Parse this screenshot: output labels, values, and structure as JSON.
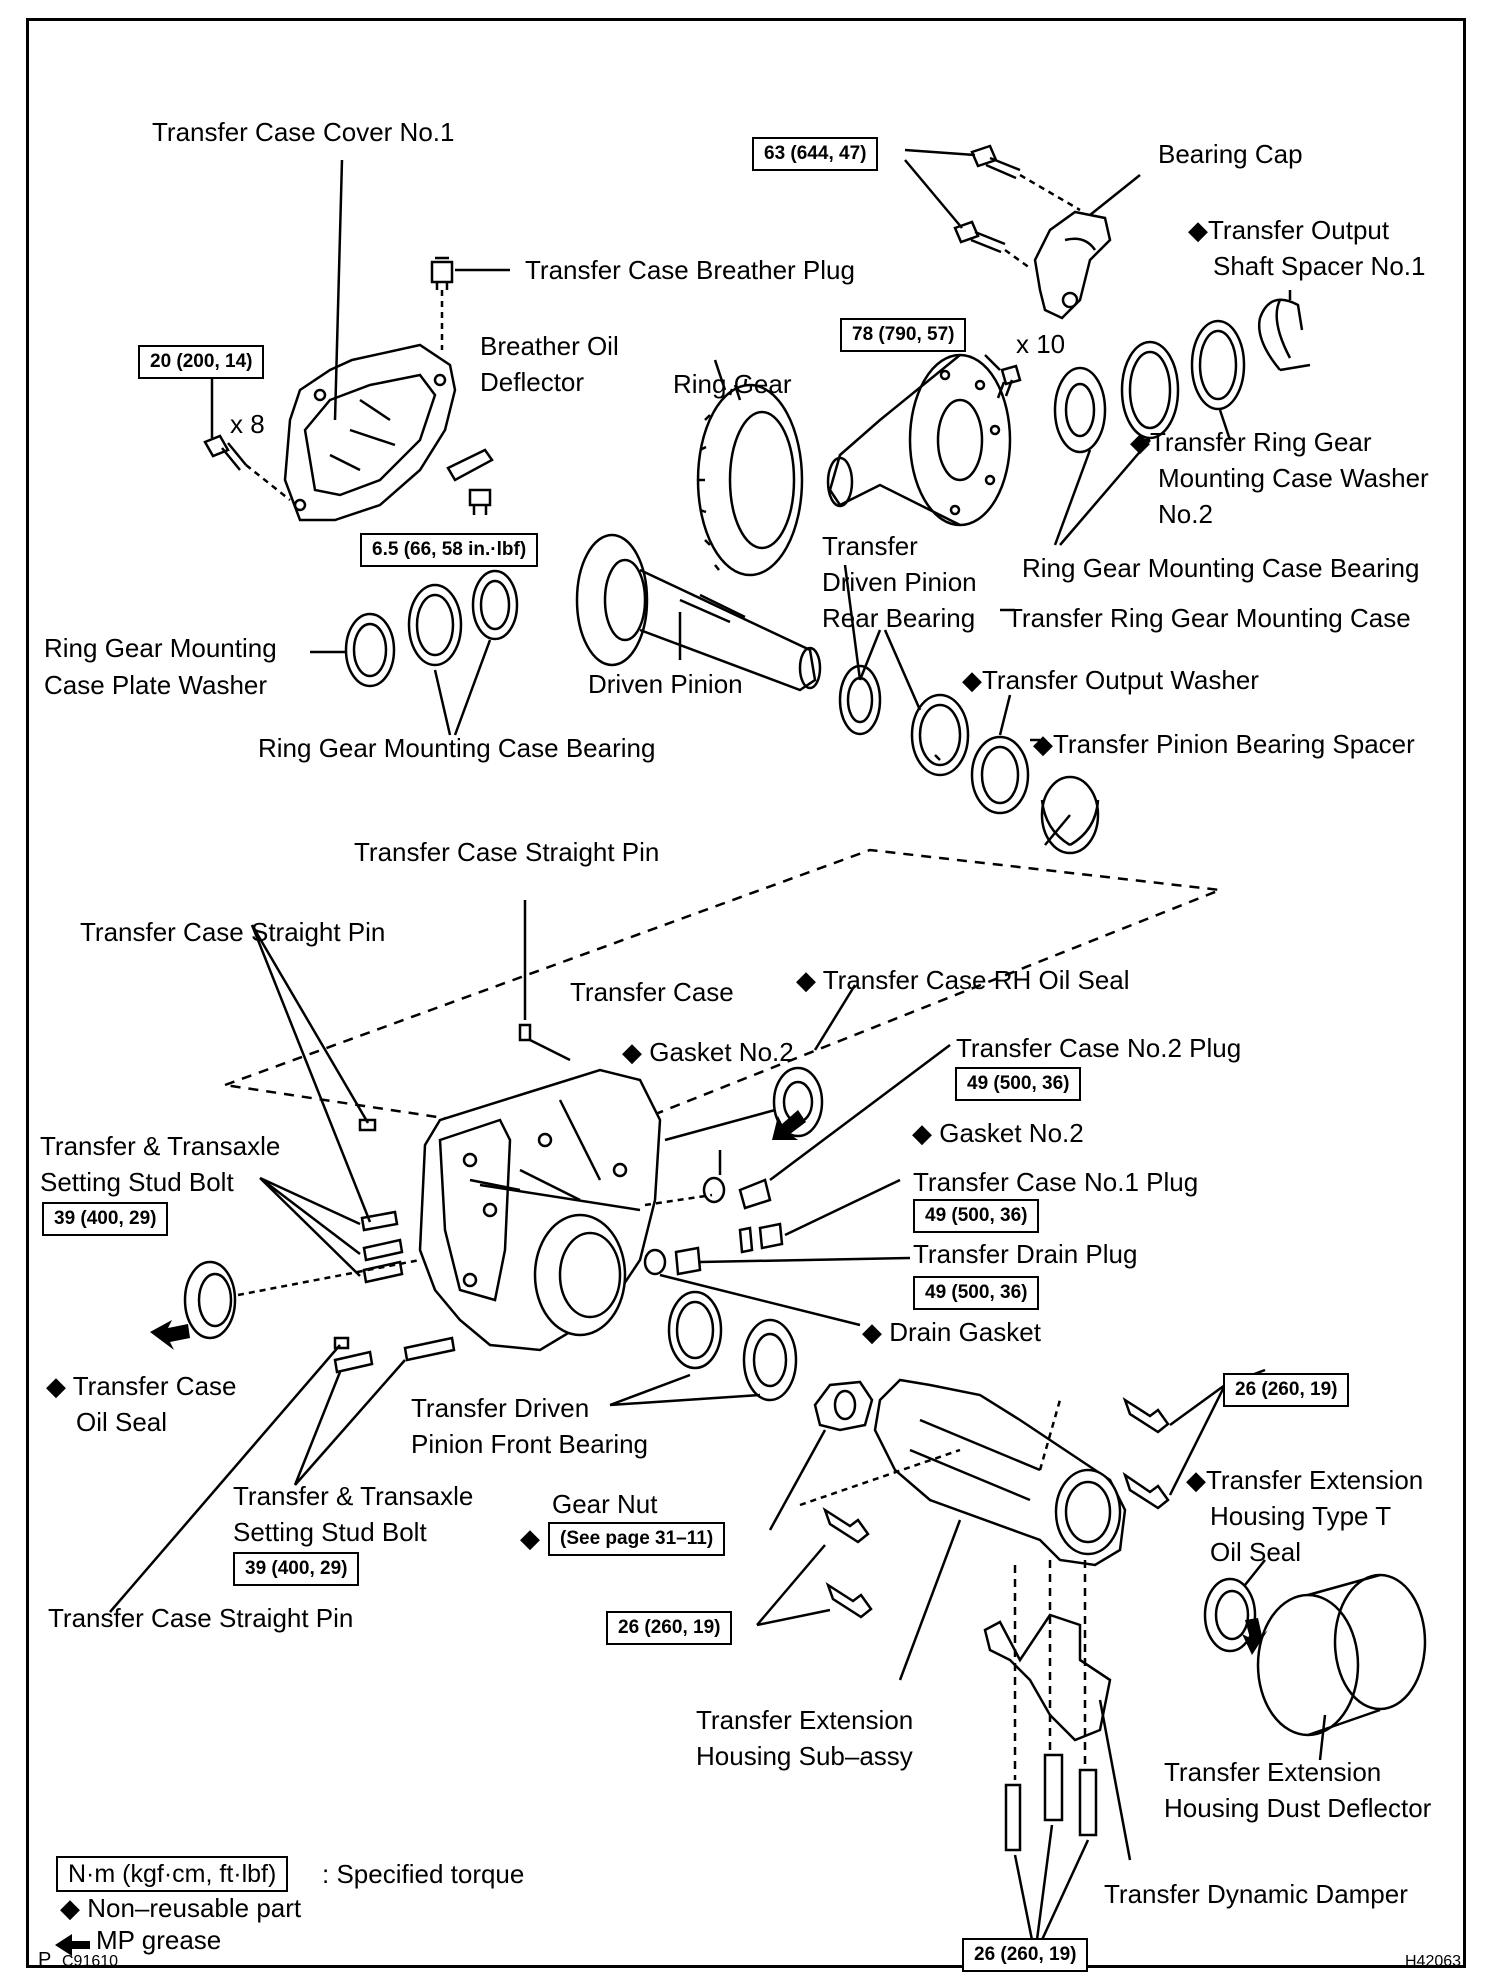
{
  "labels": {
    "cover_no1": "Transfer Case Cover No.1",
    "breather_plug": "Transfer Case Breather Plug",
    "breather_deflector_1": "Breather Oil",
    "breather_deflector_2": "Deflector",
    "bearing_cap": "Bearing Cap",
    "output_spacer_1": "◆Transfer Output",
    "output_spacer_2": "Shaft Spacer No.1",
    "ring_gear": "Ring Gear",
    "x8": "x 8",
    "x10": "x 10",
    "rg_washer_1": "◆Transfer Ring Gear",
    "rg_washer_2": "Mounting Case Washer",
    "rg_washer_3": "No.2",
    "rgmc_bearing_top": "Ring Gear Mounting Case Bearing",
    "driven_pinion_rear_1": "Transfer",
    "driven_pinion_rear_2": "Driven Pinion",
    "driven_pinion_rear_3": "Rear Bearing",
    "ring_gear_case": "Transfer Ring Gear Mounting Case",
    "plate_washer_1": "Ring Gear Mounting",
    "plate_washer_2": "Case Plate Washer",
    "driven_pinion": "Driven Pinion",
    "output_washer": "◆Transfer Output Washer",
    "rgmc_bearing_left": "Ring Gear Mounting Case Bearing",
    "pinion_spacer": "◆Transfer Pinion Bearing Spacer",
    "straight_pin_top": "Transfer Case Straight Pin",
    "straight_pin_left": "Transfer Case Straight Pin",
    "transfer_case": "Transfer Case",
    "rh_oil_seal": "◆ Transfer Case RH Oil Seal",
    "gasket_no2_a": "◆ Gasket No.2",
    "no2_plug": "Transfer Case No.2 Plug",
    "stud_bolt_top_1": "Transfer & Transaxle",
    "stud_bolt_top_2": "Setting Stud Bolt",
    "gasket_no2_b": "◆ Gasket No.2",
    "no1_plug": "Transfer Case No.1 Plug",
    "drain_plug": "Transfer Drain Plug",
    "drain_gasket": "◆ Drain Gasket",
    "case_oil_seal_1": "◆ Transfer Case",
    "case_oil_seal_2": "Oil Seal",
    "front_bearing_1": "Transfer Driven",
    "front_bearing_2": "Pinion Front Bearing",
    "stud_bolt_bottom_1": "Transfer & Transaxle",
    "stud_bolt_bottom_2": "Setting Stud Bolt",
    "gear_nut": "Gear Nut",
    "ext_oil_seal_1": "◆Transfer Extension",
    "ext_oil_seal_2": "Housing Type T",
    "ext_oil_seal_3": "Oil Seal",
    "straight_pin_bottom": "Transfer Case Straight Pin",
    "ext_housing_1": "Transfer Extension",
    "ext_housing_2": "Housing Sub–assy",
    "dust_deflector_1": "Transfer Extension",
    "dust_deflector_2": "Housing Dust Deflector",
    "dynamic_damper": "Transfer Dynamic Damper"
  },
  "torque": {
    "bearing_cap": "63 (644, 47)",
    "cover_bolts": "20 (200, 14)",
    "case_bolts": "78 (790, 57)",
    "breather": "6.5 (66, 58 in.·lbf)",
    "no2_plug": "49 (500, 36)",
    "stud_top": "39 (400, 29)",
    "no1_plug": "49 (500, 36)",
    "drain_plug": "49 (500, 36)",
    "ext_bolts_right": "26 (260, 19)",
    "stud_bottom": "39 (400, 29)",
    "gear_nut": "(See page 31–11)",
    "ext_bolts_left": "26 (260, 19)",
    "damper_bolts": "26 (260, 19)"
  },
  "legend": {
    "torque_unit": "N·m (kgf·cm, ft·lbf)",
    "torque_desc": ": Specified torque",
    "non_reusable": "◆ Non–reusable part",
    "mp_grease": "MP grease",
    "gear_nut_mark": "◆"
  },
  "codes": {
    "page_mark": "P",
    "fig_code": "C91610",
    "ref_code": "H42063"
  }
}
